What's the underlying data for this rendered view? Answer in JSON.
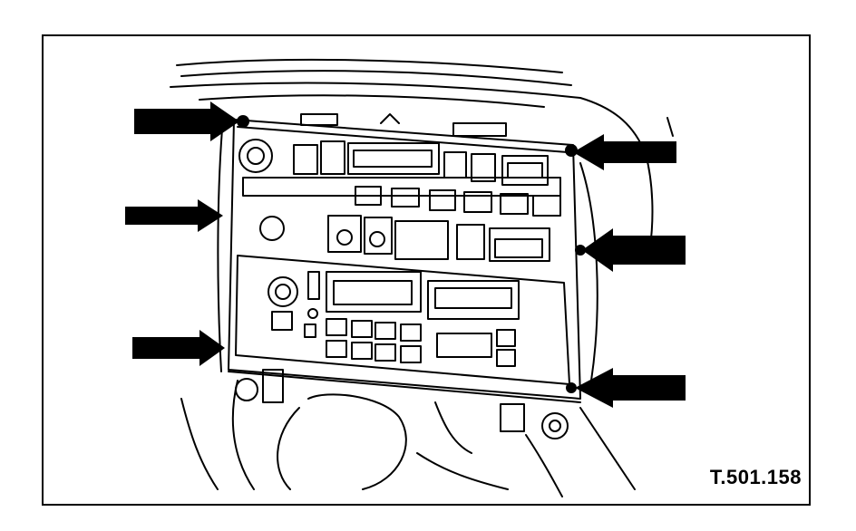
{
  "figure": {
    "reference_code": "T.501.158",
    "colors": {
      "ink": "#000000",
      "paper": "#ffffff"
    },
    "arrows": [
      {
        "id": "top-left",
        "side": "left"
      },
      {
        "id": "middle-left",
        "side": "left"
      },
      {
        "id": "bottom-left",
        "side": "left"
      },
      {
        "id": "top-right",
        "side": "right"
      },
      {
        "id": "middle-right",
        "side": "right"
      },
      {
        "id": "bottom-right",
        "side": "right"
      }
    ]
  }
}
